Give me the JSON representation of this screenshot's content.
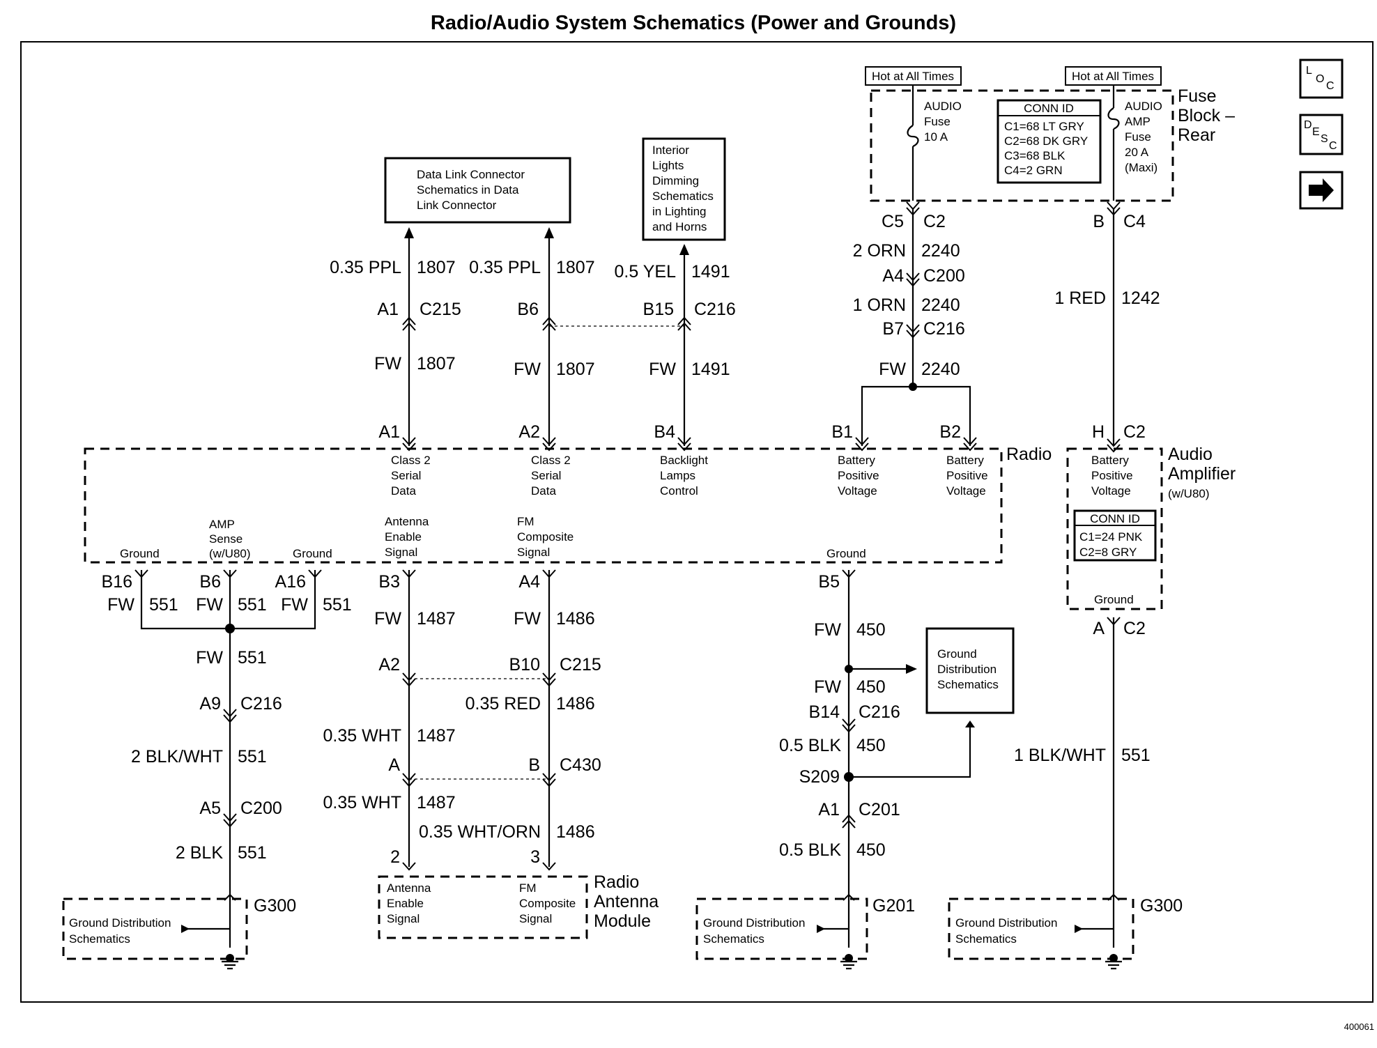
{
  "title": "Radio/Audio System Schematics (Power and Grounds)",
  "figure_number": "400061",
  "nav_buttons": [
    {
      "name": "loc-button",
      "letters": [
        "L",
        "O",
        "C"
      ]
    },
    {
      "name": "desc-button",
      "letters": [
        "D",
        "E",
        "S",
        "C"
      ]
    },
    {
      "name": "next-button",
      "icon": "right-arrow-icon"
    }
  ],
  "hot_labels": [
    "Hot at All Times",
    "Hot at All Times"
  ],
  "fuse_block": {
    "name_lines": [
      "Fuse",
      "Block –",
      "Rear"
    ]
  },
  "fuses": [
    {
      "lines": [
        "AUDIO",
        "Fuse",
        "10 A"
      ]
    },
    {
      "lines": [
        "AUDIO",
        "AMP",
        "Fuse",
        "20 A",
        "(Maxi)"
      ]
    }
  ],
  "fuse_block_conn_id": {
    "title": "CONN ID",
    "rows": [
      "C1=68 LT GRY",
      "C2=68 DK GRY",
      "C3=68 BLK",
      "C4=2 GRN"
    ]
  },
  "amp_conn_id": {
    "title": "CONN ID",
    "rows": [
      "C1=24 PNK",
      "C2=8 GRY"
    ]
  },
  "ref_boxes": [
    {
      "name": "data-link-connector-box",
      "lines": [
        "Data Link Connector",
        "Schematics in Data",
        "Link Connector"
      ]
    },
    {
      "name": "interior-lights-box",
      "lines": [
        "Interior",
        "Lights",
        "Dimming",
        "Schematics",
        "in Lighting",
        "and Horns"
      ]
    },
    {
      "name": "ground-distribution-box",
      "lines": [
        "Ground",
        "Distribution",
        "Schematics"
      ]
    }
  ],
  "ground_boxes": [
    {
      "lines": [
        "Ground Distribution",
        "Schematics"
      ],
      "ground": "G300"
    },
    {
      "lines": [
        "Ground Distribution",
        "Schematics"
      ],
      "ground": "G201"
    },
    {
      "lines": [
        "Ground Distribution",
        "Schematics"
      ],
      "ground": "G300"
    }
  ],
  "modules": {
    "radio": "Radio",
    "amplifier": [
      "Audio",
      "Amplifier"
    ],
    "amplifier_option": "(w/U80)",
    "antenna": [
      "Radio",
      "Antenna",
      "Module"
    ]
  },
  "radio_pins": [
    {
      "pin": "A1",
      "lines": [
        "Class 2",
        "Serial",
        "Data"
      ]
    },
    {
      "pin": "A2",
      "lines": [
        "Class 2",
        "Serial",
        "Data"
      ]
    },
    {
      "pin": "B4",
      "lines": [
        "Backlight",
        "Lamps",
        "Control"
      ]
    },
    {
      "pin": "B1",
      "lines": [
        "Battery",
        "Positive",
        "Voltage"
      ]
    },
    {
      "pin": "B2",
      "lines": [
        "Battery",
        "Positive",
        "Voltage"
      ]
    },
    {
      "pin": "B16",
      "lines": [
        "Ground"
      ]
    },
    {
      "pin": "B6",
      "lines": [
        "AMP",
        "Sense",
        "(w/U80)"
      ]
    },
    {
      "pin": "A16",
      "lines": [
        "Ground"
      ]
    },
    {
      "pin": "B3",
      "lines": [
        "Antenna",
        "Enable",
        "Signal"
      ]
    },
    {
      "pin": "A4",
      "lines": [
        "FM",
        "Composite",
        "Signal"
      ]
    },
    {
      "pin": "B5",
      "lines": [
        "Ground"
      ]
    }
  ],
  "amp_pins": [
    {
      "pin": "H",
      "conn": "C2",
      "lines": [
        "Battery",
        "Positive",
        "Voltage"
      ]
    },
    {
      "pin": "A",
      "conn": "C2",
      "lines": [
        "Ground"
      ]
    }
  ],
  "antenna_pins": [
    {
      "pin": "2",
      "lines": [
        "Antenna",
        "Enable",
        "Signal"
      ]
    },
    {
      "pin": "3",
      "lines": [
        "FM",
        "Composite",
        "Signal"
      ]
    }
  ],
  "connectors": {
    "c215_a1": {
      "pin": "A1",
      "conn": "C215"
    },
    "c216_b6": {
      "pin": "B6",
      "conn": ""
    },
    "c216_b15": {
      "pin": "B15",
      "conn": "C216"
    },
    "c5_c2": {
      "pin": "C5",
      "conn": "C2"
    },
    "a4_c200": {
      "pin": "A4",
      "conn": "C200"
    },
    "b7_c216": {
      "pin": "B7",
      "conn": "C216"
    },
    "b_c4": {
      "pin": "B",
      "conn": "C4"
    },
    "a9_c216": {
      "pin": "A9",
      "conn": "C216"
    },
    "a5_c200": {
      "pin": "A5",
      "conn": "C200"
    },
    "a2_c215": {
      "pin": "A2",
      "conn": ""
    },
    "b10_c215": {
      "pin": "B10",
      "conn": "C215"
    },
    "a_c430": {
      "pin": "A",
      "conn": ""
    },
    "b_c430": {
      "pin": "B",
      "conn": "C430"
    },
    "b14_c216": {
      "pin": "B14",
      "conn": "C216"
    },
    "a1_c201": {
      "pin": "A1",
      "conn": "C201"
    },
    "splice": "S209"
  },
  "wires": {
    "w_a1_top": {
      "gauge": "0.35 PPL",
      "circuit": "1807"
    },
    "w_a1_bot": {
      "gauge": "FW",
      "circuit": "1807"
    },
    "w_a2_top": {
      "gauge": "0.35 PPL",
      "circuit": "1807"
    },
    "w_a2_bot": {
      "gauge": "FW",
      "circuit": "1807"
    },
    "w_b4_top": {
      "gauge": "0.5 YEL",
      "circuit": "1491"
    },
    "w_b4_bot": {
      "gauge": "FW",
      "circuit": "1491"
    },
    "w_f1_1": {
      "gauge": "2 ORN",
      "circuit": "2240"
    },
    "w_f1_2": {
      "gauge": "1 ORN",
      "circuit": "2240"
    },
    "w_f1_3": {
      "gauge": "FW",
      "circuit": "2240"
    },
    "w_f2": {
      "gauge": "1 RED",
      "circuit": "1242"
    },
    "w_g_b16": {
      "gauge": "FW",
      "circuit": "551"
    },
    "w_g_b6": {
      "gauge": "FW",
      "circuit": "551"
    },
    "w_g_a16": {
      "gauge": "FW",
      "circuit": "551"
    },
    "w_g_1": {
      "gauge": "FW",
      "circuit": "551"
    },
    "w_g_2": {
      "gauge": "2 BLK/WHT",
      "circuit": "551"
    },
    "w_g_3": {
      "gauge": "2 BLK",
      "circuit": "551"
    },
    "w_b3_1": {
      "gauge": "FW",
      "circuit": "1487"
    },
    "w_b3_2": {
      "gauge": "0.35 WHT",
      "circuit": "1487"
    },
    "w_b3_3": {
      "gauge": "0.35 WHT",
      "circuit": "1487"
    },
    "w_a4_1": {
      "gauge": "FW",
      "circuit": "1486"
    },
    "w_a4_2": {
      "gauge": "0.35 RED",
      "circuit": "1486"
    },
    "w_a4_3": {
      "gauge": "0.35 WHT/ORN",
      "circuit": "1486"
    },
    "w_b5_1": {
      "gauge": "FW",
      "circuit": "450"
    },
    "w_b5_2": {
      "gauge": "FW",
      "circuit": "450"
    },
    "w_b5_3": {
      "gauge": "0.5 BLK",
      "circuit": "450"
    },
    "w_b5_4": {
      "gauge": "0.5 BLK",
      "circuit": "450"
    },
    "w_amp_g": {
      "gauge": "1 BLK/WHT",
      "circuit": "551"
    }
  }
}
